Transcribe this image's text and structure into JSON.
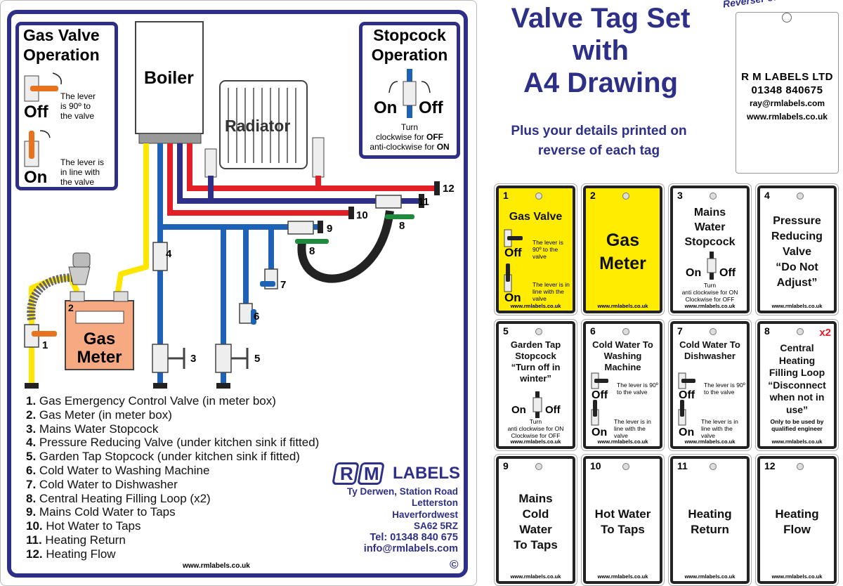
{
  "sheet": {
    "gas_box": {
      "title_line1": "Gas Valve",
      "title_line2": "Operation",
      "off_label": "Off",
      "on_label": "On",
      "off_note_1": "The lever",
      "off_note_2": "is 90º to",
      "off_note_3": "the valve",
      "on_note_1": "The lever is",
      "on_note_2": "in line with",
      "on_note_3": "the valve"
    },
    "stopcock_box": {
      "title_line1": "Stopcock",
      "title_line2": "Operation",
      "on_label": "On",
      "off_label": "Off",
      "note_1": "Turn",
      "note_2a": "clockwise for ",
      "note_2b": "OFF",
      "note_3a": "anti-clockwise for ",
      "note_3b": "ON"
    },
    "boiler_label": "Boiler",
    "radiator_label": "Radiator",
    "meter_number": "2",
    "meter_label_1": "Gas",
    "meter_label_2": "Meter",
    "pipe_numbers": [
      "1",
      "3",
      "4",
      "5",
      "6",
      "7",
      "8",
      "8",
      "9",
      "10",
      "11",
      "12"
    ],
    "legend": [
      {
        "num": "1.",
        "text": " Gas Emergency Control Valve (in meter box)"
      },
      {
        "num": "2.",
        "text": " Gas Meter (in meter box)"
      },
      {
        "num": "3.",
        "text": " Mains Water Stopcock"
      },
      {
        "num": "4.",
        "text": " Pressure Reducing Valve (under kitchen sink if fitted)"
      },
      {
        "num": "5.",
        "text": " Garden Tap Stopcock (under kitchen sink if fitted)"
      },
      {
        "num": "6.",
        "text": " Cold Water to Washing Machine"
      },
      {
        "num": "7.",
        "text": " Cold Water to Dishwasher"
      },
      {
        "num": "8.",
        "text": " Central Heating Filling Loop (x2)"
      },
      {
        "num": "9.",
        "text": " Mains Cold Water to Taps"
      },
      {
        "num": "10.",
        "text": " Hot Water to Taps"
      },
      {
        "num": "11.",
        "text": " Heating Return"
      },
      {
        "num": "12.",
        "text": " Heating Flow"
      }
    ],
    "logo": {
      "letter_r": "R",
      "letter_m": "M",
      "word": "LABELS"
    },
    "address": [
      "Ty Derwen, Station Road",
      "Letterston",
      "Haverfordwest",
      "SA62 5RZ",
      "Tel: 01348 840 675",
      "info@rmlabels.com"
    ],
    "website": "www.rmlabels.co.uk",
    "copyright": "©"
  },
  "headline": {
    "line1": "Valve Tag Set",
    "line2": "with",
    "line3": "A4 Drawing",
    "sub1": "Plus your details printed on",
    "sub2": "reverse of each tag"
  },
  "reverse_tag": {
    "caption": "Reverser of Tag",
    "line1": "R M LABELS LTD",
    "line2": "01348 840675",
    "line3": "ray@rmlabels.com",
    "line4": "www.rmlabels.co.uk"
  },
  "tags": [
    {
      "num": "1",
      "lines": [
        "Gas Valve"
      ],
      "off": "Off",
      "on": "On",
      "note_off": "The lever is 90º to the valve",
      "note_on": "The lever is in line with the valve"
    },
    {
      "num": "2",
      "lines": [
        "Gas",
        "Meter"
      ]
    },
    {
      "num": "3",
      "lines": [
        "Mains",
        "Water",
        "Stopcock"
      ],
      "on": "On",
      "off": "Off",
      "sub1": "Turn",
      "sub2": "anti clockwise for ON",
      "sub3": "Clockwise for OFF"
    },
    {
      "num": "4",
      "lines": [
        "Pressure",
        "Reducing",
        "Valve",
        "“Do Not",
        "Adjust”"
      ]
    },
    {
      "num": "5",
      "lines": [
        "Garden Tap",
        "Stopcock",
        "“Turn off in",
        "winter”"
      ],
      "on": "On",
      "off": "Off",
      "sub1": "Turn",
      "sub2": "anti clockwise for ON",
      "sub3": "Clockwise for OFF"
    },
    {
      "num": "6",
      "lines": [
        "Cold Water To",
        "Washing",
        "Machine"
      ],
      "off": "Off",
      "on": "On",
      "note_off": "The lever is 90º to the valve",
      "note_on": "The lever is in line with the valve"
    },
    {
      "num": "7",
      "lines": [
        "Cold Water To",
        "Dishwasher"
      ],
      "off": "Off",
      "on": "On",
      "note_off": "The lever is 90º to the valve",
      "note_on": "The lever is in line with the valve"
    },
    {
      "num": "8",
      "badge": "x2",
      "lines": [
        "Central",
        "Heating",
        "Filling Loop",
        "“Disconnect",
        "when not in",
        "use”"
      ],
      "sub1": "Only to be used by",
      "sub2": "qualified engineer"
    },
    {
      "num": "9",
      "lines": [
        "Mains",
        "Cold",
        "Water",
        "To Taps"
      ]
    },
    {
      "num": "10",
      "lines": [
        "Hot Water",
        "To Taps"
      ]
    },
    {
      "num": "11",
      "lines": [
        "Heating",
        "Return"
      ]
    },
    {
      "num": "12",
      "lines": [
        "Heating",
        "Flow"
      ]
    }
  ],
  "tag_url": "www.rmlabels.co.uk",
  "colors": {
    "navy": "#2e3088",
    "gas_pipe": "#ffe600",
    "meter": "#f7a982",
    "hot_pipe": "#e21f26",
    "cold_pipe": "#1e62b8",
    "return_pipe": "#2e3088",
    "lever_orange": "#e8731f",
    "lever_green": "#1d8a3c",
    "hose": "#222222",
    "tag_yellow": "#ffec00"
  }
}
